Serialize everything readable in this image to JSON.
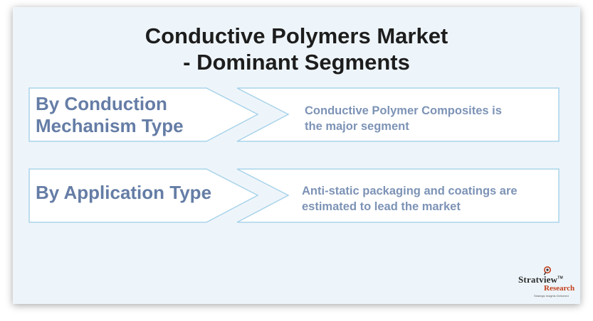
{
  "title": {
    "line1": "Conductive Polymers Market",
    "line2": "- Dominant Segments"
  },
  "segments": [
    {
      "label_lines": [
        "By Conduction",
        "Mechanism Type"
      ],
      "description_lines": [
        "Conductive Polymer Composites is",
        "the major segment"
      ]
    },
    {
      "label_lines": [
        "By Application Type"
      ],
      "description_lines": [
        "Anti-static packaging and coatings are",
        "estimated to lead the market"
      ]
    }
  ],
  "logo": {
    "name": "Stratview",
    "trademark": "TM",
    "sub": "Research",
    "tagline": "Strategic Insights Delivered"
  },
  "colors": {
    "background": "#eef5fa",
    "outline": "#a9d3ea",
    "title": "#1d1d1d",
    "label": "#657da6",
    "description": "#7d93b6",
    "logo_accent": "#c2401d"
  }
}
